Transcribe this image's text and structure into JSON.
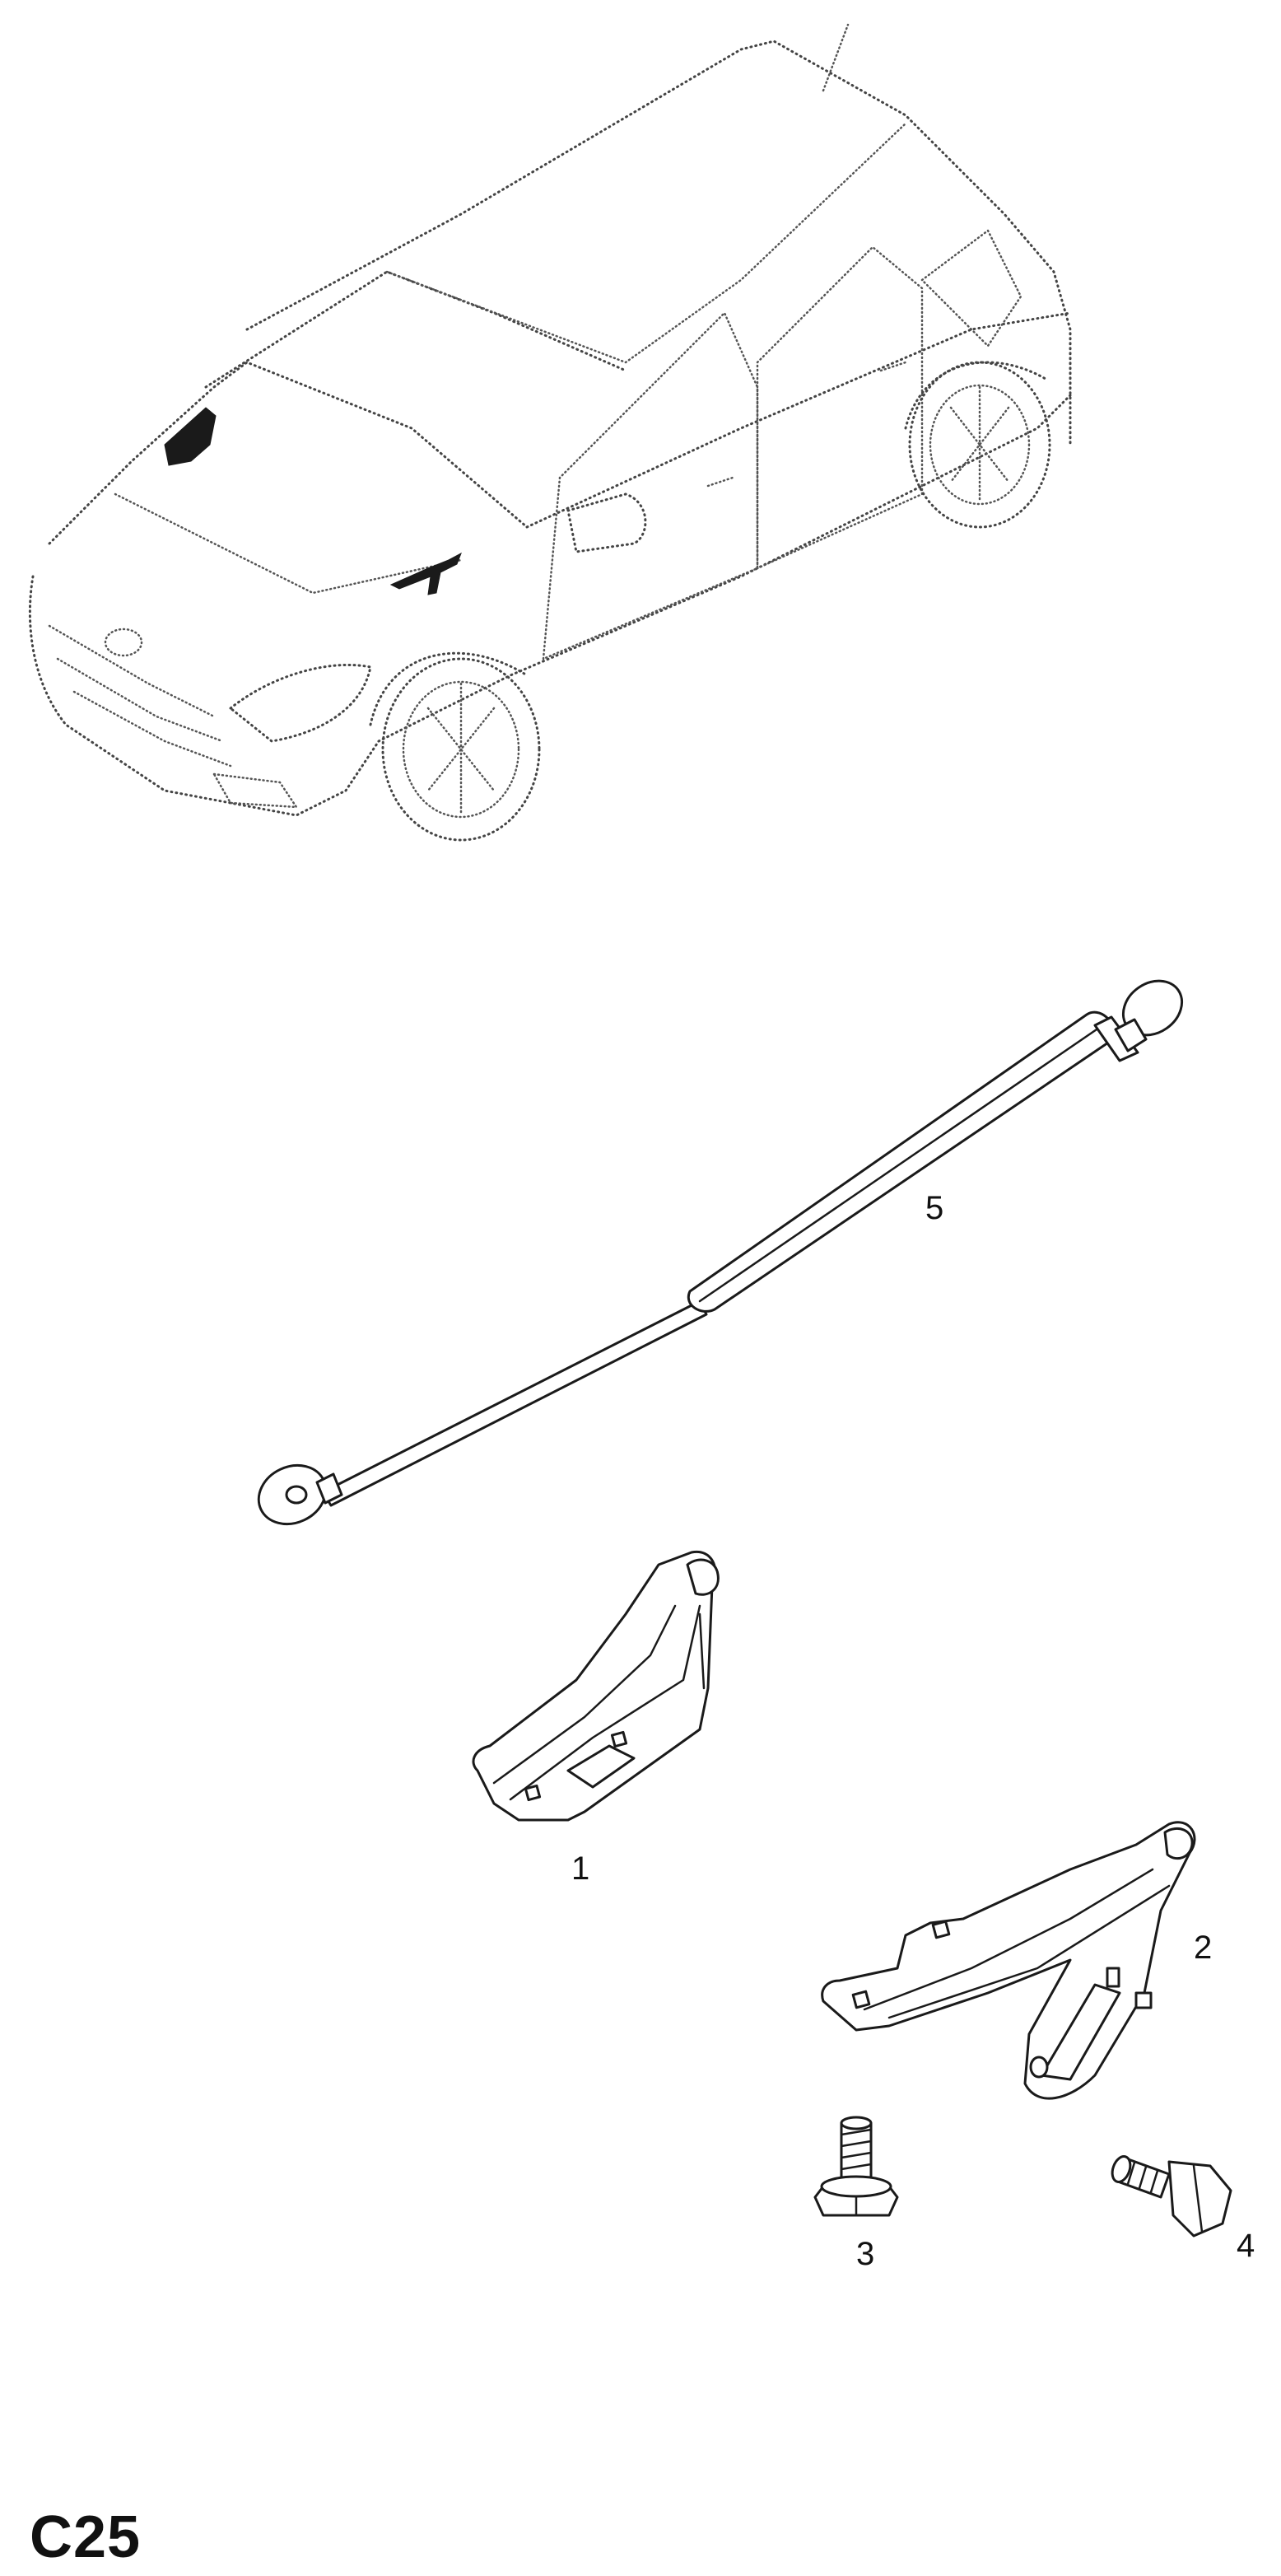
{
  "page_code": "C25",
  "callouts": {
    "part_1": "1",
    "part_2": "2",
    "part_3": "3",
    "part_4": "4",
    "part_5": "5"
  },
  "icons": {
    "vehicle": "car-overview-icon",
    "highlight": "hood-area-highlight"
  },
  "colors": {
    "ink": "#1a1a1a",
    "background": "#ffffff"
  }
}
